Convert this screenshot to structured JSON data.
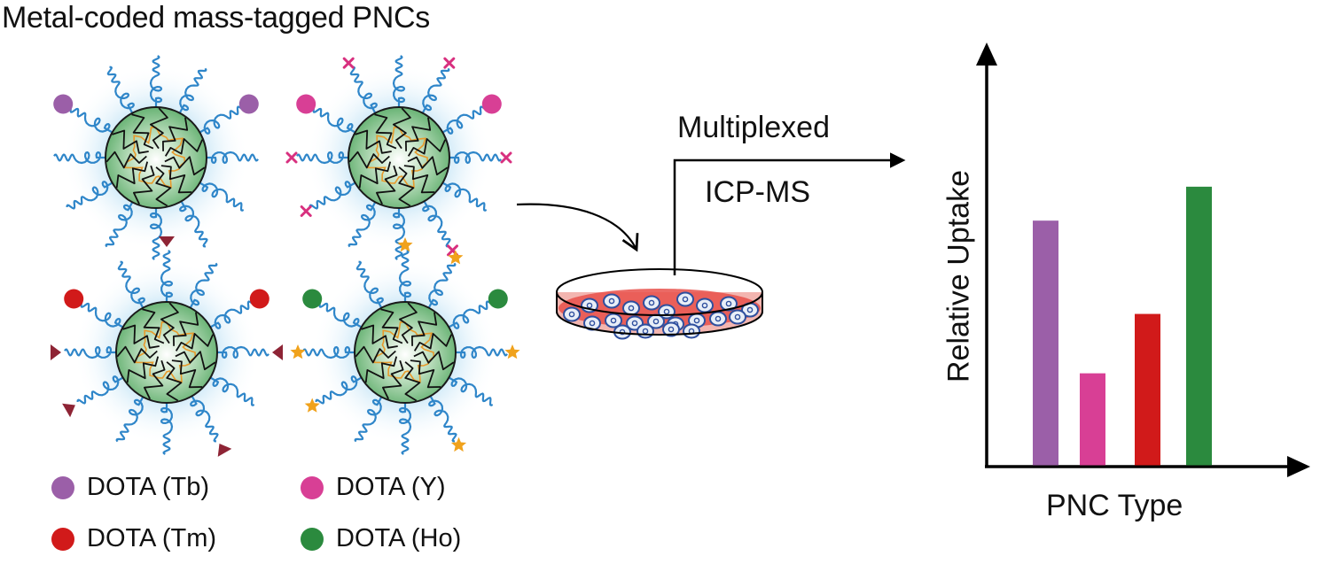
{
  "title": "Metal-coded mass-tagged PNCs",
  "particles": [
    {
      "tag": "Tb",
      "marker_shape": "none",
      "dot_color": "#9b5fa8",
      "marker_color": ""
    },
    {
      "tag": "Y",
      "marker_shape": "cross",
      "dot_color": "#d83f95",
      "marker_color": "#d8307f"
    },
    {
      "tag": "Tm",
      "marker_shape": "triangle",
      "dot_color": "#d11a1a",
      "marker_color": "#8e2435"
    },
    {
      "tag": "Ho",
      "marker_shape": "star",
      "dot_color": "#2b8a3e",
      "marker_color": "#f0a21c"
    }
  ],
  "legend": [
    {
      "label": "DOTA (Tb)",
      "color": "#9b5fa8"
    },
    {
      "label": "DOTA (Y)",
      "color": "#d83f95"
    },
    {
      "label": "DOTA (Tm)",
      "color": "#d11a1a"
    },
    {
      "label": "DOTA (Ho)",
      "color": "#2b8a3e"
    }
  ],
  "process": {
    "line1": "Multiplexed",
    "line2": "ICP-MS",
    "dish_media_color": "#e8504a",
    "cell_color": "#2e4f9e"
  },
  "colors": {
    "core_green": "#7fc28a",
    "core_outline": "#1a1a1a",
    "polymer_blue": "#2f86c9",
    "polymer_orange": "#e89a2c",
    "glow": "#bfe2f5"
  },
  "chart_data": {
    "type": "bar",
    "title": "",
    "xlabel": "PNC Type",
    "ylabel": "Relative Uptake",
    "categories": [
      "DOTA (Tb)",
      "DOTA (Y)",
      "DOTA (Tm)",
      "DOTA (Ho)"
    ],
    "values": [
      0.58,
      0.22,
      0.36,
      0.66
    ],
    "colors": [
      "#9b5fa8",
      "#d83f95",
      "#d11a1a",
      "#2b8a3e"
    ],
    "ylim": [
      0,
      1
    ],
    "grid": false,
    "tick_labels_shown": false
  }
}
